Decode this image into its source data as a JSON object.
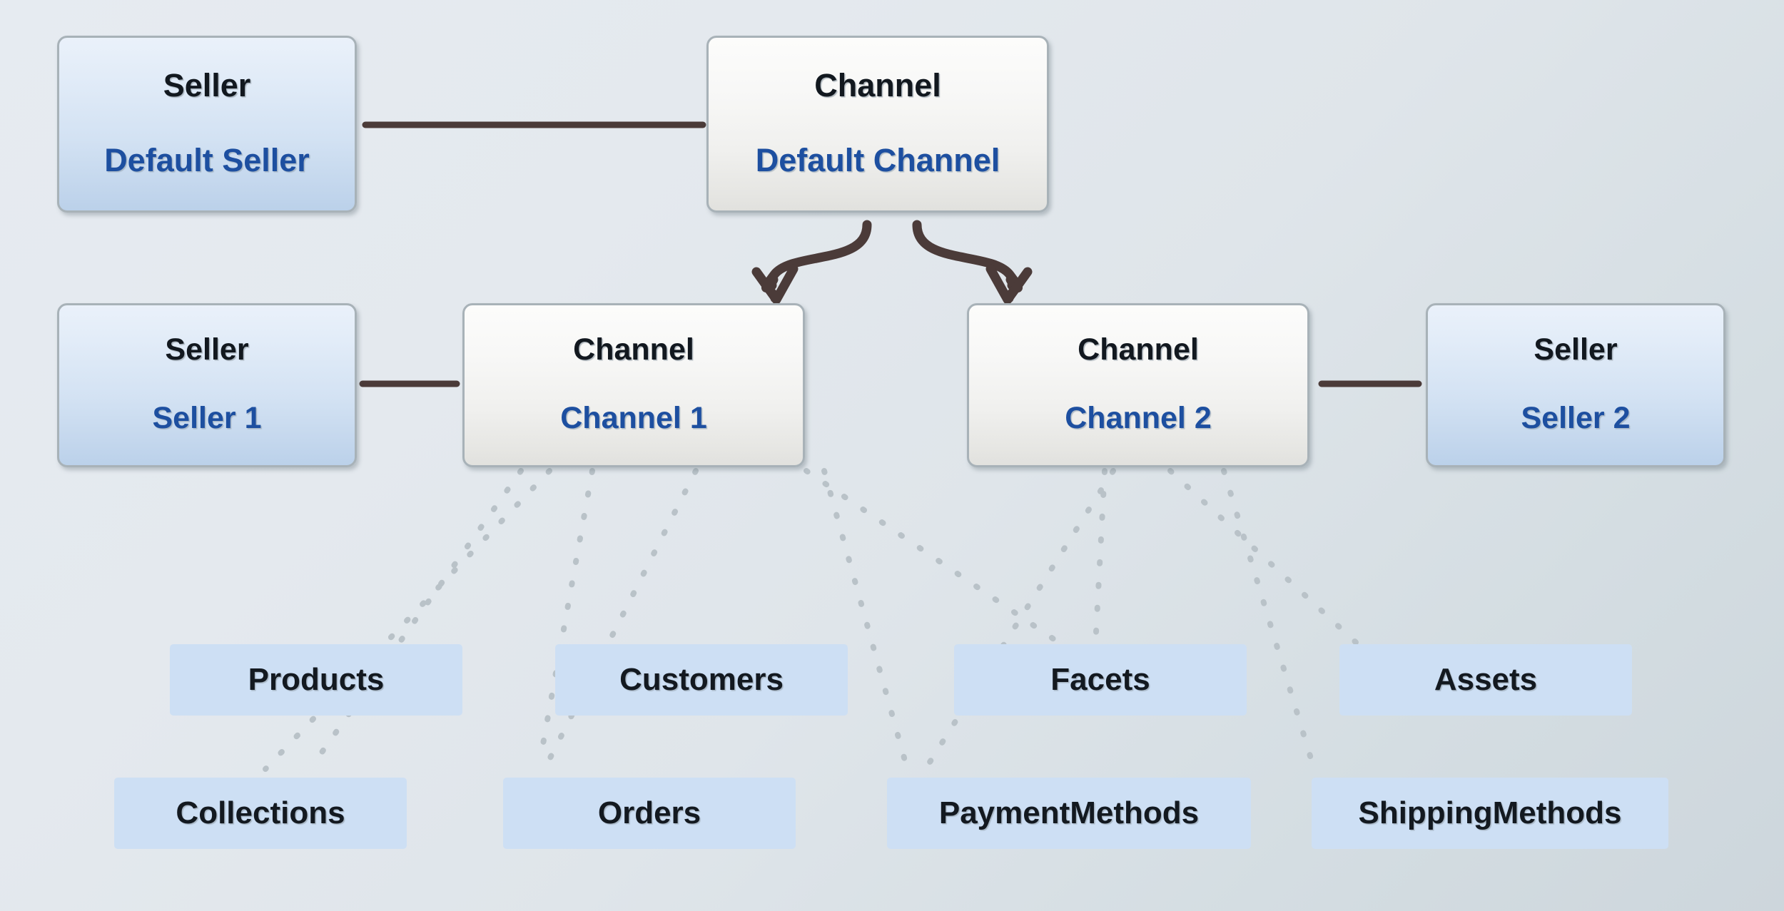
{
  "diagram": {
    "title": "Seller and Channel entity relationship diagram",
    "colors": {
      "background_top_left": "#e6ebf1",
      "background_bottom_right": "#cdd6dc",
      "seller_box_fill_top": "#eaf1fa",
      "seller_box_fill_bottom": "#bbd1ea",
      "channel_box_fill_top": "#fcfcfb",
      "channel_box_fill_bottom": "#e1e1de",
      "box_border": "#a8b2b8",
      "entity_type_text": "#12181f",
      "entity_name_text": "#1d4fa0",
      "solid_connector": "#4b3b39",
      "dotted_connector": "#b9c2c8",
      "leaf_fill": "#cddff4",
      "leaf_text": "#131920"
    }
  },
  "entities": {
    "default_seller": {
      "type_label": "Seller",
      "name_label": "Default Seller"
    },
    "default_channel": {
      "type_label": "Channel",
      "name_label": "Default Channel"
    },
    "seller_1": {
      "type_label": "Seller",
      "name_label": "Seller 1"
    },
    "channel_1": {
      "type_label": "Channel",
      "name_label": "Channel 1"
    },
    "channel_2": {
      "type_label": "Channel",
      "name_label": "Channel 2"
    },
    "seller_2": {
      "type_label": "Seller",
      "name_label": "Seller 2"
    }
  },
  "leaves": {
    "products": "Products",
    "customers": "Customers",
    "facets": "Facets",
    "assets": "Assets",
    "collections": "Collections",
    "orders": "Orders",
    "payment_methods": "PaymentMethods",
    "shipping_methods": "ShippingMethods"
  },
  "connectors": {
    "seller_default_to_channel_default": "solid-line",
    "seller1_to_channel1": "solid-line",
    "channel2_to_seller2": "solid-line",
    "default_channel_to_channel1": "curved-arrow",
    "default_channel_to_channel2": "curved-arrow",
    "channel_to_entity": "dotted-line"
  }
}
